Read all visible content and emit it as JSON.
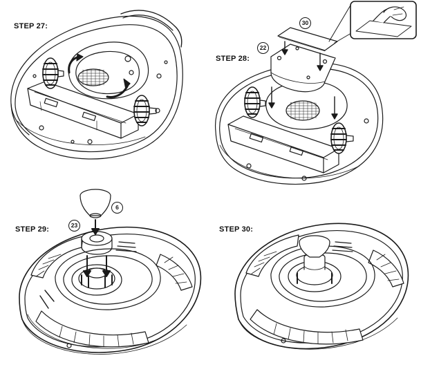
{
  "steps": [
    {
      "label": "STEP 27:"
    },
    {
      "label": "STEP 28:"
    },
    {
      "label": "STEP 29:"
    },
    {
      "label": "STEP 30:"
    }
  ],
  "callouts": {
    "step28_cover": "30",
    "step28_filter": "22",
    "step29_cap": "6",
    "step29_hub": "23"
  }
}
